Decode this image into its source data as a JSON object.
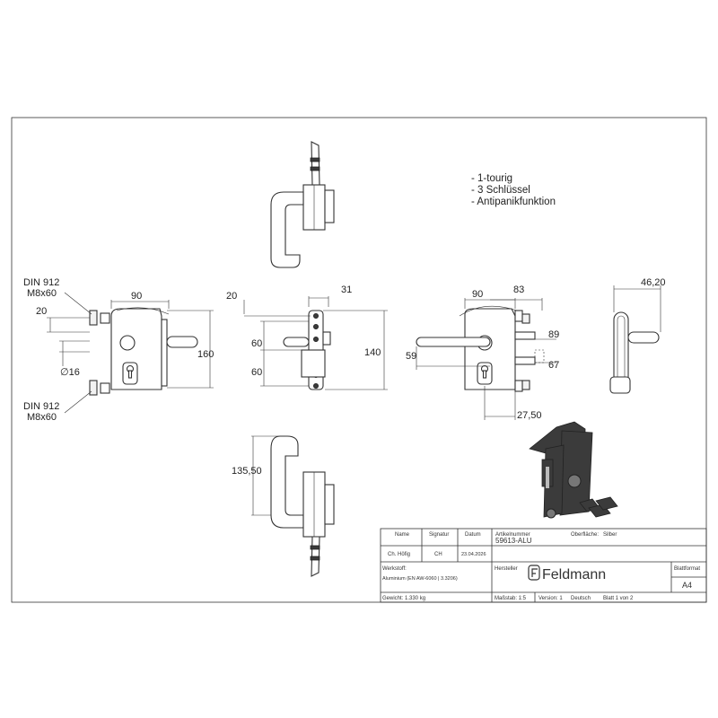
{
  "notes": [
    "- 1-tourig",
    "- 3 Schlüssel",
    "- Antipanikfunktion"
  ],
  "dimensions": {
    "din912_top_a": "DIN 912",
    "din912_top_b": "M8x60",
    "din912_bot_a": "DIN 912",
    "din912_bot_b": "M8x60",
    "d20_left": "20",
    "d90_left": "90",
    "d160": "160",
    "d16": "∅16",
    "d20_mid": "20",
    "d31": "31",
    "d60_a": "60",
    "d60_b": "60",
    "d140": "140",
    "d90_right": "90",
    "d83": "83",
    "d59": "59",
    "d89": "89",
    "d67": "67",
    "d27_50": "27,50",
    "d46_20": "46,20",
    "d135_50": "135,50"
  },
  "title_block": {
    "h_name": "Name",
    "h_signatur": "Signatur",
    "h_datum": "Datum",
    "h_artikelnummer": "Artikelnummer",
    "h_oberflaeche": "Oberfläche:",
    "oberflaeche_value": "Silber",
    "name_value": "Ch. Höfig",
    "signatur_value": "CH",
    "datum_value": "23.04.2026",
    "artikelnummer_value": "59613-ALU",
    "werkstoff_label": "Werkstoff:",
    "werkstoff_value": "Aluminium (EN AW-6060 | 3.3206)",
    "hersteller_label": "Hersteller",
    "brand": "Feldmann",
    "blattformat_label": "Blattformat",
    "blattformat_value": "A4",
    "gewicht": "Gewicht: 1.330 kg",
    "massstab": "Maßstab: 1:5",
    "version": "Version: 1",
    "sprache": "Deutsch",
    "blatt": "Blatt 1 von 2"
  }
}
